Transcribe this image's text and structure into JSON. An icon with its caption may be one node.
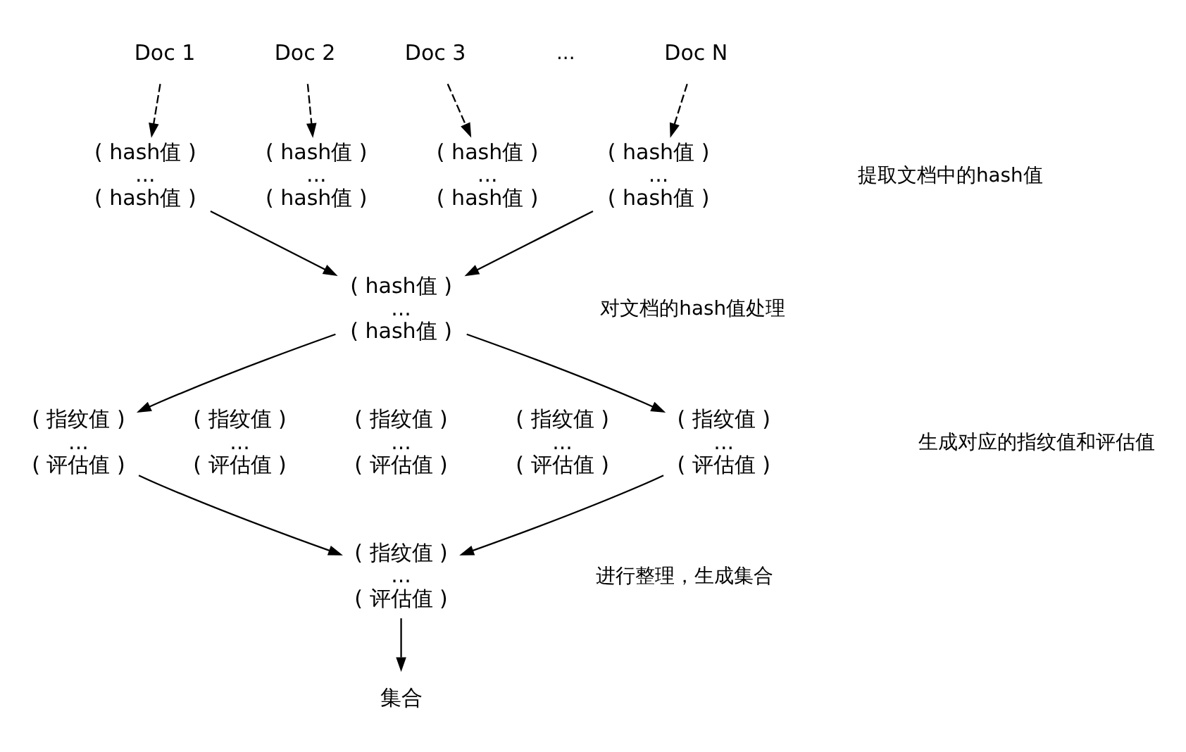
{
  "diagram": {
    "nodes": [
      {
        "text": [
          "Doc 1"
        ]
      },
      {
        "text": [
          "Doc 2"
        ]
      },
      {
        "text": [
          "Doc 3"
        ]
      },
      {
        "text": [
          "Doc N"
        ]
      },
      {
        "text": [
          "( hash值 )",
          "...",
          "( hash值 )"
        ]
      },
      {
        "text": [
          "( hash值 )",
          "...",
          "( hash值 )"
        ]
      },
      {
        "text": [
          "( hash值 )",
          "...",
          "( hash值 )"
        ]
      },
      {
        "text": [
          "( hash值 )",
          "...",
          "( hash值 )"
        ]
      },
      {
        "text": [
          "( hash值 )",
          "...",
          "( hash值 )"
        ]
      },
      {
        "text": [
          "( 指纹值 )",
          "...",
          "( 评估值 )"
        ]
      },
      {
        "text": [
          "( 指纹值 )",
          "...",
          "( 评估值 )"
        ]
      },
      {
        "text": [
          "( 指纹值 )",
          "...",
          "( 评估值 )"
        ]
      },
      {
        "text": [
          "( 指纹值 )",
          "...",
          "( 评估值 )"
        ]
      },
      {
        "text": [
          "( 指纹值 )",
          "...",
          "( 评估值 )"
        ]
      },
      {
        "text": [
          "( 指纹值 )",
          "...",
          "( 评估值 )"
        ]
      },
      {
        "text": [
          "集合"
        ]
      }
    ],
    "edges": [
      {
        "from": 0,
        "to": 4,
        "arrow": "to",
        "style": "dashed"
      },
      {
        "from": 1,
        "to": 5,
        "arrow": "to",
        "style": "dashed"
      },
      {
        "from": 2,
        "to": 6,
        "arrow": "to",
        "style": "dashed"
      },
      {
        "from": 3,
        "to": 7,
        "arrow": "to",
        "style": "dashed"
      },
      {
        "from": 4,
        "to": 8,
        "arrow": "to"
      },
      {
        "from": 7,
        "to": 8,
        "arrow": "to"
      },
      {
        "from": 8,
        "to": 9,
        "arrow": "to"
      },
      {
        "from": 8,
        "to": 13,
        "arrow": "to"
      },
      {
        "from": 9,
        "to": 14,
        "arrow": "to"
      },
      {
        "from": 13,
        "to": 14,
        "arrow": "to"
      },
      {
        "from": 14,
        "to": 15,
        "arrow": "to"
      }
    ],
    "labels": [
      "...",
      "提取文档中的hash值",
      "对文档的hash值处理",
      "生成对应的指纹值和评估值",
      "进行整理，生成集合"
    ]
  }
}
